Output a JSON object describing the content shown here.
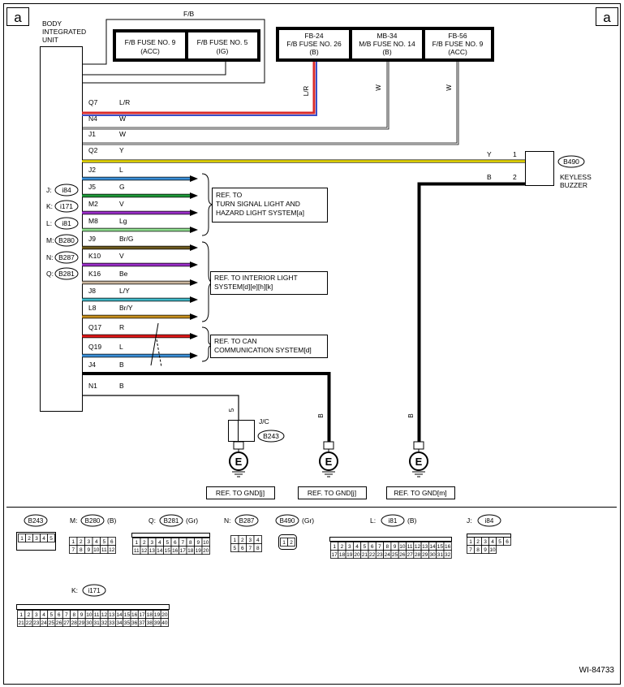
{
  "corner_labels": {
    "left": "a",
    "right": "a"
  },
  "bcm": {
    "title_lines": [
      "BODY",
      "INTEGRATED",
      "UNIT"
    ]
  },
  "fb_bracket_label": "F/B",
  "fuses_left": [
    {
      "lines": [
        "F/B FUSE NO. 9",
        "(ACC)"
      ]
    },
    {
      "lines": [
        "F/B FUSE NO. 5",
        "(IG)"
      ]
    }
  ],
  "fuses_right": [
    {
      "lines": [
        "FB-24",
        "F/B FUSE NO. 26",
        "(B)"
      ]
    },
    {
      "lines": [
        "MB-34",
        "M/B FUSE NO. 14",
        "(B)"
      ]
    },
    {
      "lines": [
        "FB-56",
        "F/B FUSE NO. 9",
        "(ACC)"
      ]
    }
  ],
  "vertical_wire_labels": {
    "lr": "L/R",
    "w1": "W",
    "w2": "W",
    "gnd_mid": "B",
    "gnd_right": "B",
    "jc_pin": "5"
  },
  "wires": [
    {
      "pin": "Q7",
      "color": "L/R"
    },
    {
      "pin": "N4",
      "color": "W"
    },
    {
      "pin": "J1",
      "color": "W"
    },
    {
      "pin": "Q2",
      "color": "Y"
    },
    {
      "pin": "J2",
      "color": "L"
    },
    {
      "pin": "J5",
      "color": "G"
    },
    {
      "pin": "M2",
      "color": "V"
    },
    {
      "pin": "M8",
      "color": "Lg"
    },
    {
      "pin": "J9",
      "color": "Br/G"
    },
    {
      "pin": "K10",
      "color": "V"
    },
    {
      "pin": "K16",
      "color": "Be"
    },
    {
      "pin": "J8",
      "color": "L/Y"
    },
    {
      "pin": "L8",
      "color": "Br/Y"
    },
    {
      "pin": "Q17",
      "color": "R"
    },
    {
      "pin": "Q19",
      "color": "L"
    },
    {
      "pin": "J4",
      "color": "B"
    },
    {
      "pin": "N1",
      "color": "B"
    }
  ],
  "connector_keys": [
    {
      "prefix": "J:",
      "code": "i84"
    },
    {
      "prefix": "K:",
      "code": "i171"
    },
    {
      "prefix": "L:",
      "code": "i81"
    },
    {
      "prefix": "M:",
      "code": "B280"
    },
    {
      "prefix": "N:",
      "code": "B287"
    },
    {
      "prefix": "Q:",
      "code": "B281"
    }
  ],
  "buzzer": {
    "code": "B490",
    "lines": [
      "KEYLESS",
      "BUZZER"
    ],
    "pin1": "1",
    "pin2": "2",
    "wire1": "Y",
    "wire2": "B"
  },
  "refs": [
    {
      "lines": [
        "REF. TO",
        "TURN SIGNAL LIGHT AND",
        "HAZARD LIGHT SYSTEM[a]"
      ]
    },
    {
      "lines": [
        "REF. TO INTERIOR LIGHT",
        "SYSTEM[d][e][h][k]"
      ]
    },
    {
      "lines": [
        "REF. TO CAN",
        "COMMUNICATION SYSTEM[d]"
      ]
    }
  ],
  "jc": {
    "label": "J/C",
    "code": "B243"
  },
  "ground_symbol": "E",
  "gnd_refs": [
    "REF. TO GND[j]",
    "REF. TO GND[j]",
    "REF. TO GND[m]"
  ],
  "connectors": [
    {
      "prefix": "",
      "code": "B243",
      "suffix": "",
      "pins": [
        "1",
        "2",
        "3",
        "4",
        "5"
      ]
    },
    {
      "prefix": "M:",
      "code": "B280",
      "suffix": "(B)",
      "pins": [
        "1",
        "2",
        "3",
        "4",
        "5",
        "6",
        "7",
        "8",
        "9",
        "10",
        "11",
        "12"
      ]
    },
    {
      "prefix": "Q:",
      "code": "B281",
      "suffix": "(Gr)",
      "pins": [
        "1",
        "2",
        "3",
        "4",
        "5",
        "6",
        "7",
        "8",
        "9",
        "10",
        "11",
        "12",
        "13",
        "14",
        "15",
        "16",
        "17",
        "18",
        "19",
        "20"
      ]
    },
    {
      "prefix": "N:",
      "code": "B287",
      "suffix": "",
      "pins": [
        "1",
        "2",
        "3",
        "4",
        "5",
        "6",
        "7",
        "8"
      ]
    },
    {
      "prefix": "",
      "code": "B490",
      "suffix": "(Gr)",
      "pins": [
        "1",
        "2"
      ]
    },
    {
      "prefix": "L:",
      "code": "i81",
      "suffix": "(B)",
      "pins": [
        "1",
        "2",
        "3",
        "4",
        "5",
        "6",
        "7",
        "8",
        "9",
        "10",
        "11",
        "12",
        "13",
        "14",
        "15",
        "16",
        "17",
        "18",
        "19",
        "20",
        "21",
        "22",
        "23",
        "24",
        "25",
        "26",
        "27",
        "28",
        "29",
        "30",
        "31",
        "32"
      ]
    },
    {
      "prefix": "J:",
      "code": "i84",
      "suffix": "",
      "pins": [
        "1",
        "2",
        "3",
        "4",
        "5",
        "6",
        "7",
        "8",
        "9",
        "10"
      ]
    },
    {
      "prefix": "K:",
      "code": "i171",
      "suffix": "",
      "pins": [
        "1",
        "2",
        "3",
        "4",
        "5",
        "6",
        "7",
        "8",
        "9",
        "10",
        "11",
        "12",
        "13",
        "14",
        "15",
        "16",
        "17",
        "18",
        "19",
        "20",
        "21",
        "22",
        "23",
        "24",
        "25",
        "26",
        "27",
        "28",
        "29",
        "30",
        "31",
        "32",
        "33",
        "34",
        "35",
        "36",
        "37",
        "38",
        "39",
        "40"
      ]
    }
  ],
  "footer_code": "WI-84733",
  "wire_colors": {
    "lr_red": "#d92b2b",
    "lr_blue": "#3a4fc8",
    "yellow": "#f2e200",
    "blue": "#3a8fd8",
    "green": "#1e9a3a",
    "violet": "#9b2fc8",
    "light_green": "#8fe08f",
    "brown_green": "#6e5a1e",
    "beige": "#c8b49c",
    "light_blue_yellow": "#3fb8c8",
    "brown_yellow": "#c8901e",
    "red": "#e01818",
    "black": "#000000",
    "white": "#ffffff"
  }
}
